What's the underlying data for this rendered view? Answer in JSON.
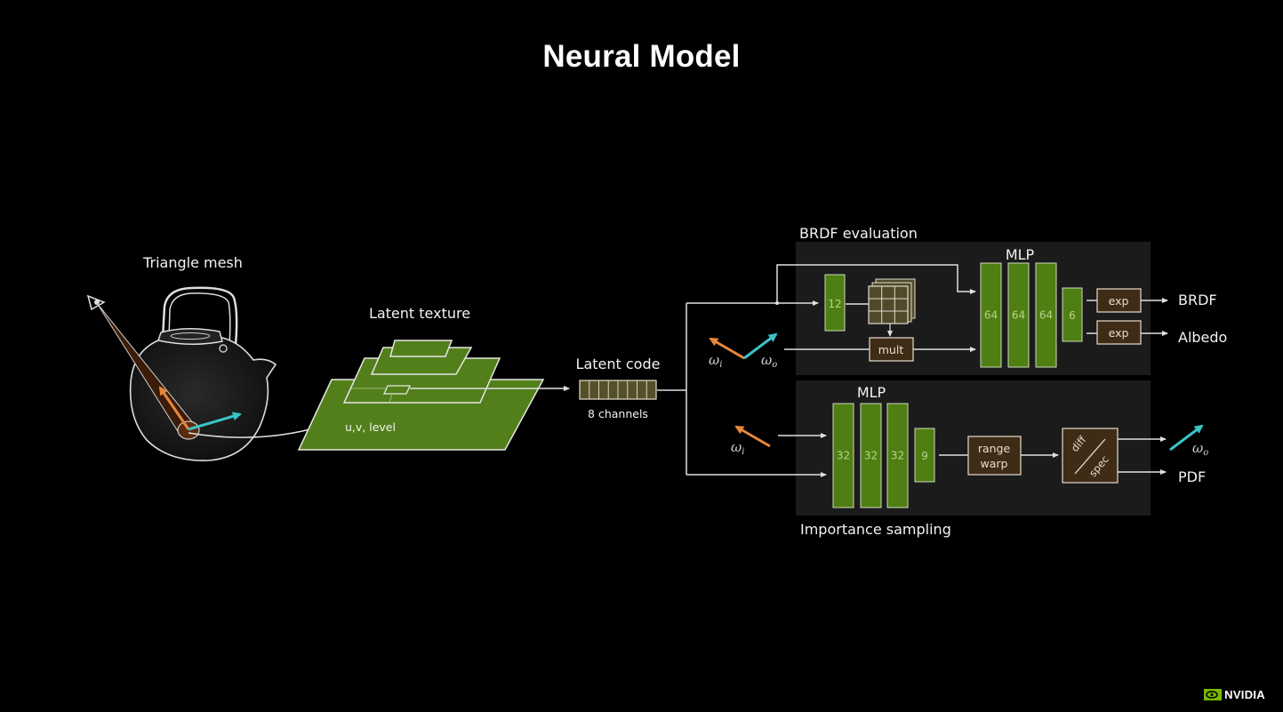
{
  "title": "Neural Model",
  "mesh": {
    "label": "Triangle mesh"
  },
  "latent_texture": {
    "label": "Latent texture",
    "uv_label": "u,v, level"
  },
  "latent_code": {
    "label": "Latent code",
    "channels_label": "8 channels",
    "channel_count": 8
  },
  "brdf_eval": {
    "label": "BRDF evaluation",
    "mlp_label": "MLP",
    "input_layer": "12",
    "mult_label": "mult",
    "hidden_layers": [
      "64",
      "64",
      "64"
    ],
    "output_layer": "6",
    "exp_labels": [
      "exp",
      "exp"
    ],
    "outputs": [
      "BRDF",
      "Albedo"
    ],
    "omega_in": "ω",
    "omega_in_sub": "i",
    "omega_out": "ω",
    "omega_out_sub": "o"
  },
  "importance_sampling": {
    "label": "Importance sampling",
    "mlp_label": "MLP",
    "hidden_layers": [
      "32",
      "32",
      "32"
    ],
    "output_layer": "9",
    "range_warp": [
      "range",
      "warp"
    ],
    "diff_spec": [
      "diff",
      "spec"
    ],
    "omega_in": "ω",
    "omega_in_sub": "i",
    "omega_out": "ω",
    "omega_out_sub": "o",
    "pdf_label": "PDF"
  },
  "colors": {
    "background": "#000000",
    "panel": "#1b1b1b",
    "layer_green": "#4f7e12",
    "latent_green": "#527f1a",
    "brown": "#3f2c17",
    "code_olive": "#55502a",
    "orange": "#e8873a",
    "cyan": "#39c4c9",
    "line": "#e0e0e0"
  },
  "branding": {
    "logo_text": "NVIDIA"
  }
}
